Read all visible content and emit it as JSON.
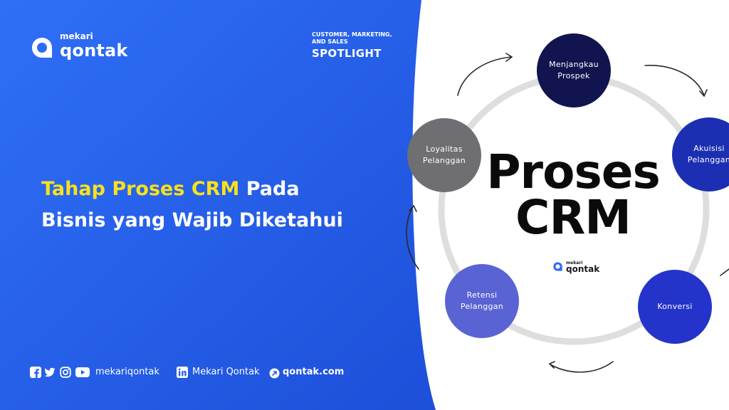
{
  "brand": {
    "sub": "mekari",
    "main": "qontak"
  },
  "spotlight": {
    "top_lines": [
      "CUSTOMER, MARKETING,",
      "AND SALES"
    ],
    "title": "SPOTLIGHT"
  },
  "headline": {
    "highlight": "Tahap Proses CRM",
    "rest_line1": " Pada",
    "line2": "Bisnis yang Wajib Diketahui"
  },
  "footer": {
    "social_handle": "mekariqontak",
    "linkedin": "Mekari Qontak",
    "website": "qontak.com",
    "icons": [
      "facebook-icon",
      "twitter-icon",
      "instagram-icon",
      "youtube-icon",
      "linkedin-icon",
      "link-icon"
    ]
  },
  "diagram": {
    "center_title_line1": "Proses",
    "center_title_line2": "CRM",
    "center_brand_sub": "mekari",
    "center_brand_main": "qontak",
    "stages": [
      {
        "line1": "Menjangkau",
        "line2": "Prospek",
        "color": "#12144f"
      },
      {
        "line1": "Akuisisi",
        "line2": "Pelanggan",
        "color": "#1c2fb3"
      },
      {
        "line1": "Konversi",
        "line2": "",
        "color": "#2433c9"
      },
      {
        "line1": "Retensi",
        "line2": "Pelanggan",
        "color": "#5a63d3"
      },
      {
        "line1": "Loyalitas",
        "line2": "Pelanggan",
        "color": "#6f6f73"
      }
    ]
  },
  "colors": {
    "left_panel_start": "#2b6cf6",
    "left_panel_end": "#1d4ed8",
    "highlight": "#f7e11c",
    "ring": "#dedede"
  }
}
